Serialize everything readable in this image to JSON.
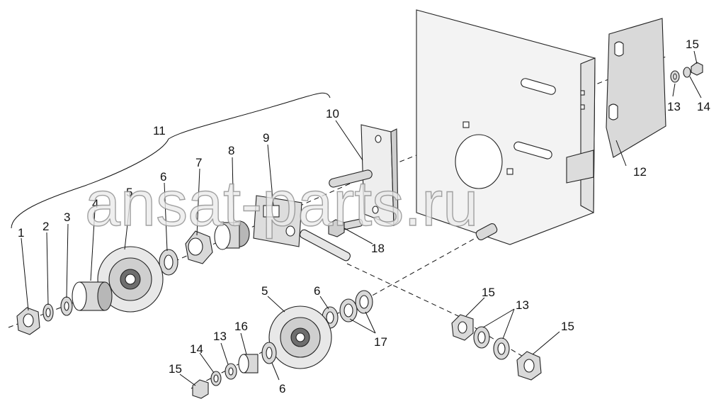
{
  "watermark": "ansat-parts.ru",
  "callouts": {
    "c1": "1",
    "c2": "2",
    "c3": "3",
    "c4": "4",
    "c5a": "5",
    "c5b": "5",
    "c6a": "6",
    "c6b": "6",
    "c6c": "6",
    "c7": "7",
    "c8": "8",
    "c9": "9",
    "c10": "10",
    "c11": "11",
    "c12": "12",
    "c13a": "13",
    "c13b": "13",
    "c13c": "13",
    "c14a": "14",
    "c14b": "14",
    "c15a": "15",
    "c15b": "15",
    "c15c": "15",
    "c15d": "15",
    "c16": "16",
    "c17": "17",
    "c18": "18"
  }
}
